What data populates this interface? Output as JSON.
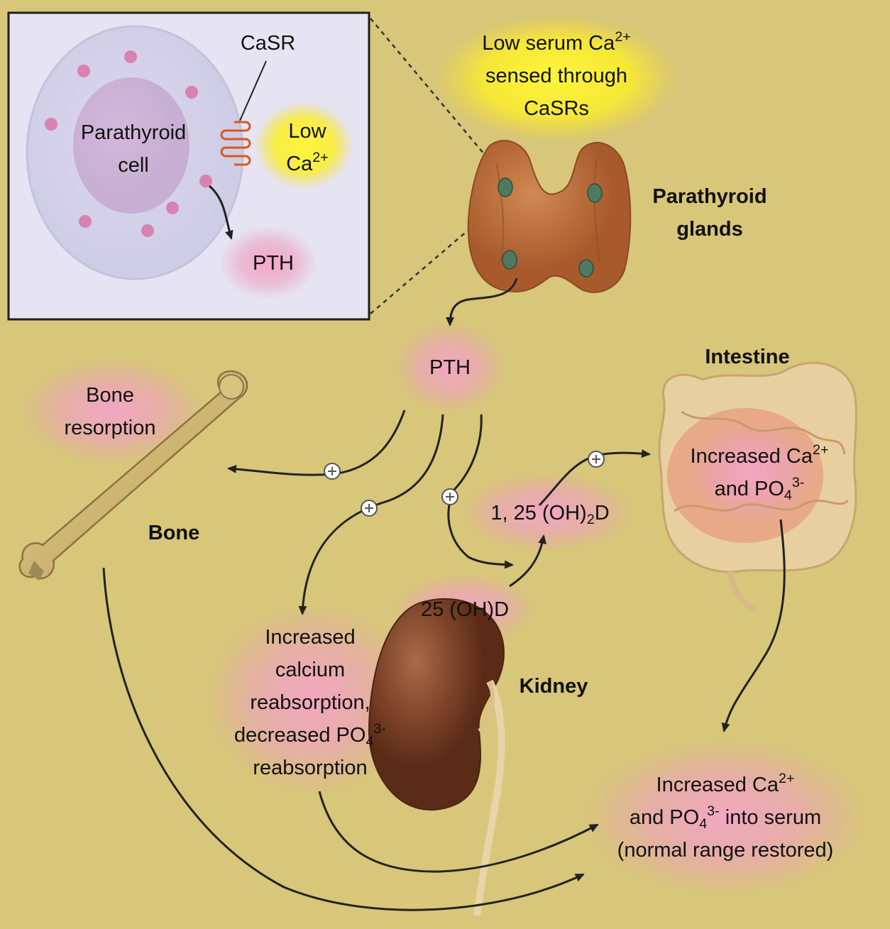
{
  "inset": {
    "casr": "CaSR",
    "cell_line1": "Parathyroid",
    "cell_line2": "cell",
    "low_line1": "Low",
    "low_line2_prefix": "Ca",
    "low_line2_sup": "2+",
    "pth": "PTH"
  },
  "sensing": {
    "line1_prefix": "Low serum Ca",
    "line1_sup": "2+",
    "line2": "sensed through",
    "line3": "CaSRs"
  },
  "glands": {
    "line1": "Parathyroid",
    "line2": "glands"
  },
  "pth": "PTH",
  "bone_resorption": {
    "line1": "Bone",
    "line2": "resorption"
  },
  "bone": "Bone",
  "intestine": "Intestine",
  "intestine_effect": {
    "line1_prefix": "Increased Ca",
    "line1_sup": "2+",
    "line2_prefix": "and PO",
    "line2_sub": "4",
    "line2_sup": "3-"
  },
  "calcitriol": {
    "prefix": "1, 25 (OH)",
    "sub": "2",
    "suffix": "D"
  },
  "calcidiol": "25 (OH)D",
  "kidney": "Kidney",
  "kidney_effect": {
    "line1": "Increased",
    "line2": "calcium",
    "line3": "reabsorption,",
    "line4_prefix": "decreased PO",
    "line4_sub": "4",
    "line4_sup": "3-",
    "line5": "reabsorption"
  },
  "serum": {
    "line1_prefix": "Increased Ca",
    "line1_sup": "2+",
    "line2_prefix": "and PO",
    "line2_sub": "4",
    "line2_sup": "3-",
    "line2_suffix": " into serum",
    "line3": "(normal range restored)"
  },
  "colors": {
    "background": "#d8c67a",
    "inset_background": "#e4e2f0",
    "pink_glow": "#f0a0c0",
    "yellow_glow": "#fff23a",
    "gland": "#b86a36",
    "kidney": "#7a3f24",
    "bone": "#c9b06a",
    "arrow": "#222222"
  },
  "icons": [
    "stimulation-plus-icon",
    "casr-receptor-icon"
  ]
}
